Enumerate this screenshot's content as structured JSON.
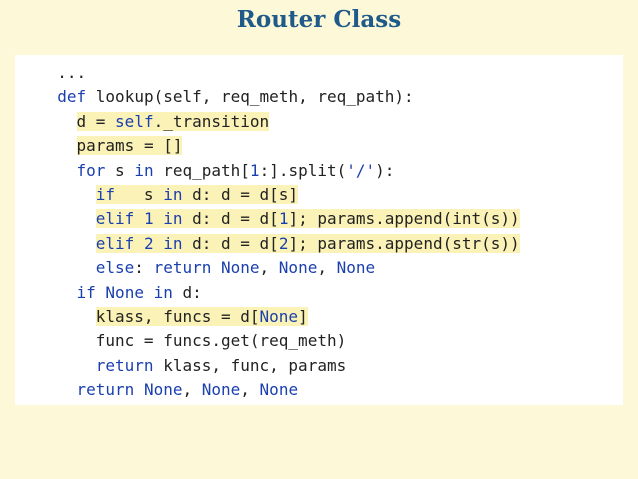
{
  "slide": {
    "title": "Router Class"
  },
  "code": {
    "lines": [
      {
        "indent": 2,
        "highlight": false,
        "tokens": [
          {
            "t": "...",
            "k": "plain"
          }
        ]
      },
      {
        "indent": 2,
        "highlight": false,
        "tokens": [
          {
            "t": "def",
            "k": "kw"
          },
          {
            "t": " lookup(self, req_meth, req_path):",
            "k": "plain"
          }
        ]
      },
      {
        "indent": 4,
        "highlight": true,
        "tokens": [
          {
            "t": "d = ",
            "k": "plain"
          },
          {
            "t": "self",
            "k": "self"
          },
          {
            "t": "._transition",
            "k": "plain"
          }
        ]
      },
      {
        "indent": 4,
        "highlight": true,
        "tokens": [
          {
            "t": "params = []",
            "k": "plain"
          }
        ]
      },
      {
        "indent": 4,
        "highlight": false,
        "tokens": [
          {
            "t": "for",
            "k": "kw"
          },
          {
            "t": " s ",
            "k": "plain"
          },
          {
            "t": "in",
            "k": "kw"
          },
          {
            "t": " req_path[",
            "k": "plain"
          },
          {
            "t": "1",
            "k": "num"
          },
          {
            "t": ":].split(",
            "k": "plain"
          },
          {
            "t": "'/'",
            "k": "str"
          },
          {
            "t": "):",
            "k": "plain"
          }
        ]
      },
      {
        "indent": 6,
        "highlight": true,
        "tokens": [
          {
            "t": "if",
            "k": "kw"
          },
          {
            "t": "   s ",
            "k": "plain"
          },
          {
            "t": "in",
            "k": "kw"
          },
          {
            "t": " d: d = d[s]",
            "k": "plain"
          }
        ]
      },
      {
        "indent": 6,
        "highlight": true,
        "tokens": [
          {
            "t": "elif",
            "k": "kw"
          },
          {
            "t": " ",
            "k": "plain"
          },
          {
            "t": "1",
            "k": "num"
          },
          {
            "t": " ",
            "k": "plain"
          },
          {
            "t": "in",
            "k": "kw"
          },
          {
            "t": " d: d = d[",
            "k": "plain"
          },
          {
            "t": "1",
            "k": "num"
          },
          {
            "t": "]; params.append(int(s))",
            "k": "plain"
          }
        ]
      },
      {
        "indent": 6,
        "highlight": true,
        "tokens": [
          {
            "t": "elif",
            "k": "kw"
          },
          {
            "t": " ",
            "k": "plain"
          },
          {
            "t": "2",
            "k": "num"
          },
          {
            "t": " ",
            "k": "plain"
          },
          {
            "t": "in",
            "k": "kw"
          },
          {
            "t": " d: d = d[",
            "k": "plain"
          },
          {
            "t": "2",
            "k": "num"
          },
          {
            "t": "]; params.append(str(s))",
            "k": "plain"
          }
        ]
      },
      {
        "indent": 6,
        "highlight": false,
        "tokens": [
          {
            "t": "else",
            "k": "kw"
          },
          {
            "t": ": ",
            "k": "plain"
          },
          {
            "t": "return",
            "k": "kw"
          },
          {
            "t": " ",
            "k": "plain"
          },
          {
            "t": "None",
            "k": "kw"
          },
          {
            "t": ", ",
            "k": "plain"
          },
          {
            "t": "None",
            "k": "kw"
          },
          {
            "t": ", ",
            "k": "plain"
          },
          {
            "t": "None",
            "k": "kw"
          }
        ]
      },
      {
        "indent": 4,
        "highlight": false,
        "tokens": [
          {
            "t": "if",
            "k": "kw"
          },
          {
            "t": " ",
            "k": "plain"
          },
          {
            "t": "None",
            "k": "kw"
          },
          {
            "t": " ",
            "k": "plain"
          },
          {
            "t": "in",
            "k": "kw"
          },
          {
            "t": " d:",
            "k": "plain"
          }
        ]
      },
      {
        "indent": 6,
        "highlight": true,
        "tokens": [
          {
            "t": "klass, funcs = d[",
            "k": "plain"
          },
          {
            "t": "None",
            "k": "kw"
          },
          {
            "t": "]",
            "k": "plain"
          }
        ]
      },
      {
        "indent": 6,
        "highlight": false,
        "tokens": [
          {
            "t": "func = funcs.get(req_meth)",
            "k": "plain"
          }
        ]
      },
      {
        "indent": 6,
        "highlight": false,
        "tokens": [
          {
            "t": "return",
            "k": "kw"
          },
          {
            "t": " klass, func, params",
            "k": "plain"
          }
        ]
      },
      {
        "indent": 4,
        "highlight": false,
        "tokens": [
          {
            "t": "return",
            "k": "kw"
          },
          {
            "t": " ",
            "k": "plain"
          },
          {
            "t": "None",
            "k": "kw"
          },
          {
            "t": ", ",
            "k": "plain"
          },
          {
            "t": "None",
            "k": "kw"
          },
          {
            "t": ", ",
            "k": "plain"
          },
          {
            "t": "None",
            "k": "kw"
          }
        ]
      }
    ]
  },
  "colors": {
    "background": "#fdf8d8",
    "title": "#1f5a8a",
    "keyword": "#1a3fae",
    "highlight": "#fbf2b7"
  }
}
